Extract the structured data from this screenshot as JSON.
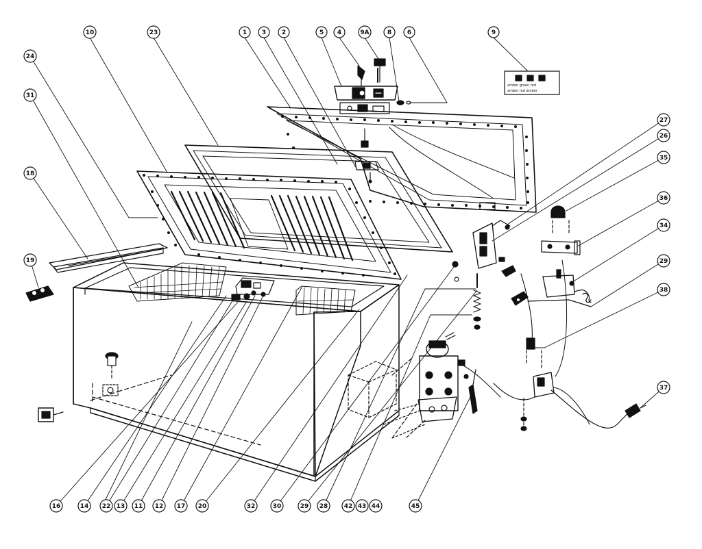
{
  "diagram": {
    "callouts": {
      "c10": "10",
      "c23": "23",
      "c1": "1",
      "c3": "3",
      "c2": "2",
      "c5": "5",
      "c4": "4",
      "c9a": "9A",
      "c8": "8",
      "c6": "6",
      "c9": "9",
      "c24": "24",
      "c31": "31",
      "c18": "18",
      "c19": "19",
      "c27": "27",
      "c26": "26",
      "c35": "35",
      "c36": "36",
      "c34": "34",
      "c29r": "29",
      "c38": "38",
      "c37": "37",
      "c16": "16",
      "c14": "14",
      "c22": "22",
      "c13": "13",
      "c11": "11",
      "c12": "12",
      "c17": "17",
      "c20": "20",
      "c32": "32",
      "c30": "30",
      "c29b": "29",
      "c28": "28",
      "c42": "42",
      "c43": "43",
      "c44": "44",
      "c45": "45"
    },
    "label_plate": {
      "line1": "amber  green  red",
      "line2": "amber  red  amber"
    }
  },
  "colors": {
    "ink": "#111111",
    "paper": "#ffffff"
  }
}
